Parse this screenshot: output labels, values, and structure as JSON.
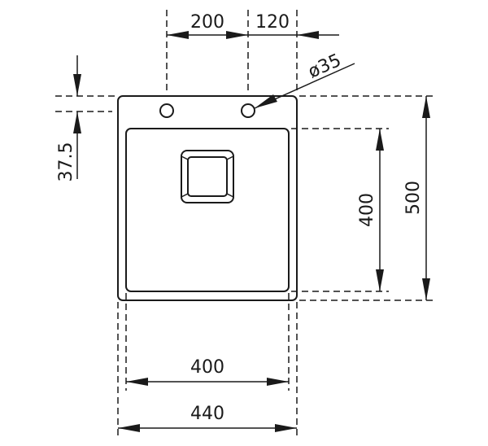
{
  "diagram": {
    "type": "technical-drawing",
    "subject": "single-bowl sink, top view",
    "colors": {
      "line": "#1a1a1a",
      "background": "#ffffff"
    }
  },
  "dimensions": {
    "hole_spacing": "200",
    "hole_to_edge": "120",
    "hole_diameter": "ø35",
    "hole_offset_from_top": "37.5",
    "bowl_depth": "400",
    "overall_depth": "500",
    "bowl_width": "400",
    "overall_width": "440"
  }
}
